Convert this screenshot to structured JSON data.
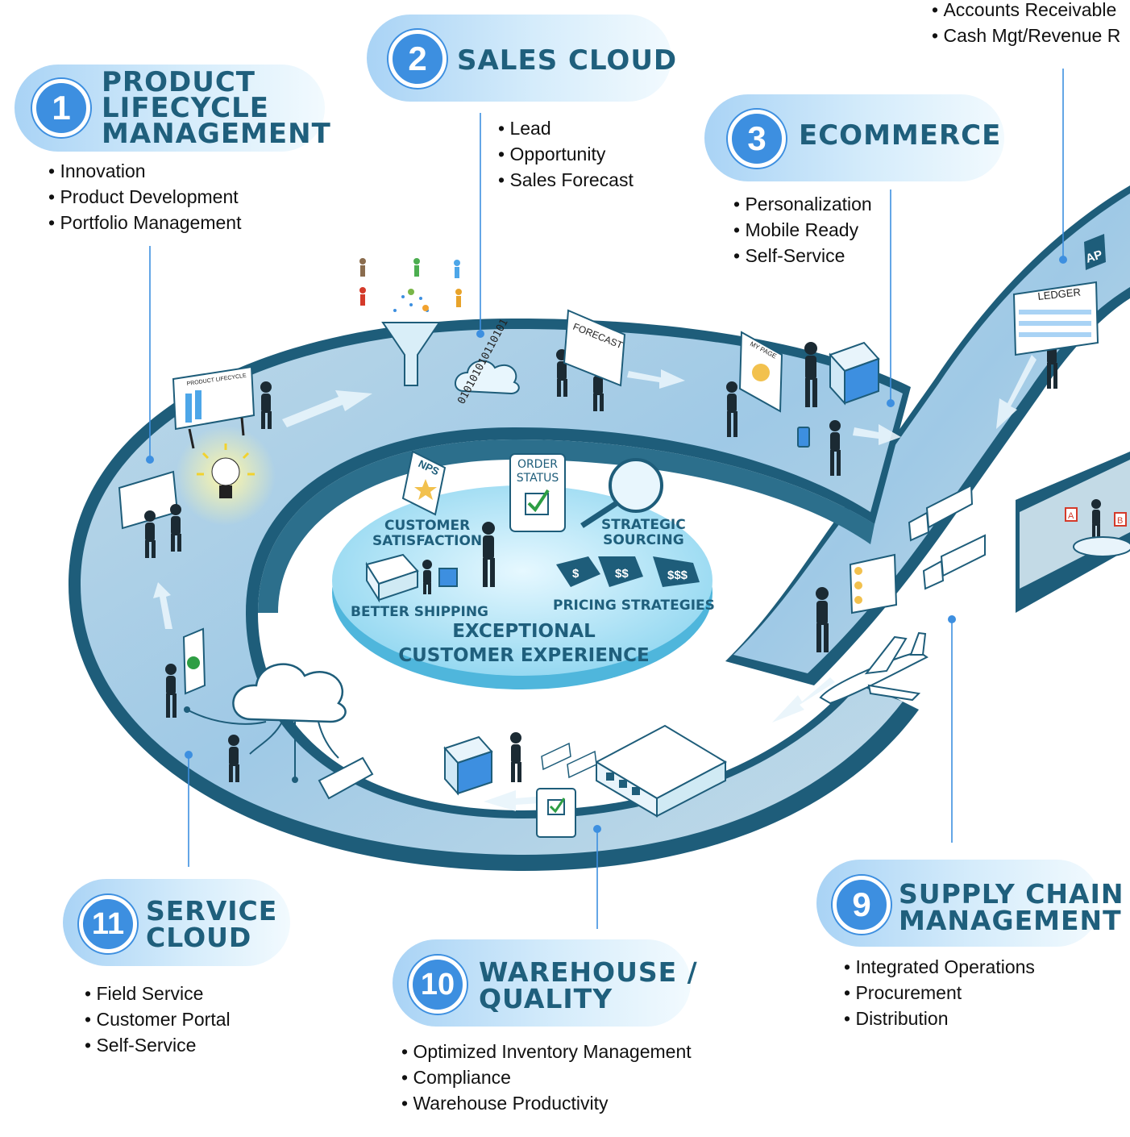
{
  "sections": [
    {
      "number": "1",
      "title_lines": [
        "PRODUCT",
        "LIFECYCLE",
        "MANAGEMENT"
      ],
      "bullets": [
        "Innovation",
        "Product Development",
        "Portfolio Management"
      ]
    },
    {
      "number": "2",
      "title_lines": [
        "SALES CLOUD"
      ],
      "bullets": [
        "Lead",
        "Opportunity",
        "Sales Forecast"
      ]
    },
    {
      "number": "3",
      "title_lines": [
        "ECOMMERCE"
      ],
      "bullets": [
        "Personalization",
        "Mobile Ready",
        "Self-Service"
      ]
    },
    {
      "number": "9",
      "title_lines": [
        "SUPPLY CHAIN",
        "MANAGEMENT"
      ],
      "bullets": [
        "Integrated Operations",
        "Procurement",
        "Distribution"
      ]
    },
    {
      "number": "10",
      "title_lines": [
        "WAREHOUSE /",
        "QUALITY"
      ],
      "bullets": [
        "Optimized Inventory Management",
        "Compliance",
        "Warehouse Productivity"
      ]
    },
    {
      "number": "11",
      "title_lines": [
        "SERVICE",
        "CLOUD"
      ],
      "bullets": [
        "Field Service",
        "Customer Portal",
        "Self-Service"
      ]
    }
  ],
  "top_right_bullets": [
    "Accounts Receivable",
    "Cash Mgt/Revenue R"
  ],
  "center": {
    "customer_satisfaction": [
      "CUSTOMER",
      "SATISFACTION"
    ],
    "order_status": [
      "ORDER",
      "STATUS"
    ],
    "strategic_sourcing": [
      "STRATEGIC",
      "SOURCING"
    ],
    "better_shipping": "BETTER SHIPPING",
    "pricing_strategies": "PRICING STRATEGIES",
    "title_lines": [
      "EXCEPTIONAL",
      "CUSTOMER EXPERIENCE"
    ],
    "nps": "NPS"
  },
  "art_labels": {
    "product_lifecycle": "PRODUCT LIFECYCLE",
    "forecast": "FORECAST",
    "binary": "010101010110101",
    "my_page": "MY PAGE",
    "ledger": "LEDGER",
    "ap": "AP",
    "sign_a": "A",
    "sign_b": "B",
    "price_tags": [
      "$",
      "$$",
      "$$$"
    ]
  },
  "colors": {
    "accent": "#3d8fe0",
    "title": "#1f5f7c",
    "road": "#b8d6e6",
    "road_edge": "#1e5d7a"
  }
}
